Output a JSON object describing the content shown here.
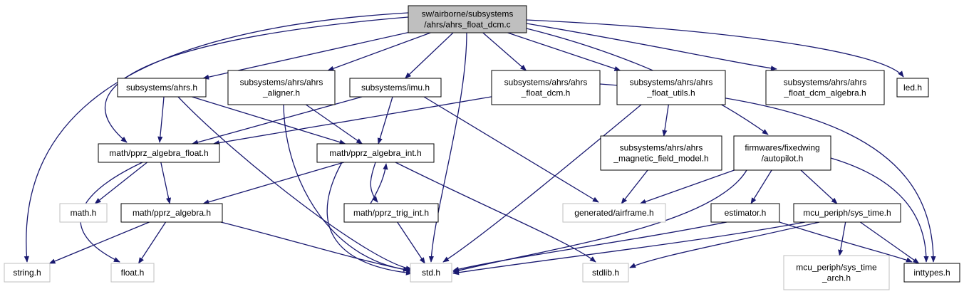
{
  "colors": {
    "edge": "#191970",
    "node_border": "#000000",
    "missing_border": "#bfbfbf",
    "missing_text": "#999999",
    "root_fill": "#bfbfbf"
  },
  "nodes": [
    {
      "id": "root",
      "lines": [
        "sw/airborne/subsystems",
        "/ahrs/ahrs_float_dcm.c"
      ],
      "kind": "root"
    },
    {
      "id": "ahrs_h",
      "lines": [
        "subsystems/ahrs.h"
      ],
      "kind": "normal"
    },
    {
      "id": "aligner",
      "lines": [
        "subsystems/ahrs/ahrs",
        "_aligner.h"
      ],
      "kind": "normal"
    },
    {
      "id": "imu",
      "lines": [
        "subsystems/imu.h"
      ],
      "kind": "normal"
    },
    {
      "id": "dcm_h",
      "lines": [
        "subsystems/ahrs/ahrs",
        "_float_dcm.h"
      ],
      "kind": "normal"
    },
    {
      "id": "utils",
      "lines": [
        "subsystems/ahrs/ahrs",
        "_float_utils.h"
      ],
      "kind": "normal"
    },
    {
      "id": "dcm_alg",
      "lines": [
        "subsystems/ahrs/ahrs",
        "_float_dcm_algebra.h"
      ],
      "kind": "normal"
    },
    {
      "id": "led",
      "lines": [
        "led.h"
      ],
      "kind": "normal"
    },
    {
      "id": "alg_float",
      "lines": [
        "math/pprz_algebra_float.h"
      ],
      "kind": "normal"
    },
    {
      "id": "alg_int",
      "lines": [
        "math/pprz_algebra_int.h"
      ],
      "kind": "normal"
    },
    {
      "id": "mag",
      "lines": [
        "subsystems/ahrs/ahrs",
        "_magnetic_field_model.h"
      ],
      "kind": "normal"
    },
    {
      "id": "autopilot",
      "lines": [
        "firmwares/fixedwing",
        "/autopilot.h"
      ],
      "kind": "normal"
    },
    {
      "id": "math_h",
      "lines": [
        "math.h"
      ],
      "kind": "missing"
    },
    {
      "id": "alg",
      "lines": [
        "math/pprz_algebra.h"
      ],
      "kind": "normal"
    },
    {
      "id": "trig",
      "lines": [
        "math/pprz_trig_int.h"
      ],
      "kind": "normal"
    },
    {
      "id": "airframe",
      "lines": [
        "generated/airframe.h"
      ],
      "kind": "missing"
    },
    {
      "id": "estimator",
      "lines": [
        "estimator.h"
      ],
      "kind": "normal"
    },
    {
      "id": "systime",
      "lines": [
        "mcu_periph/sys_time.h"
      ],
      "kind": "normal"
    },
    {
      "id": "string",
      "lines": [
        "string.h"
      ],
      "kind": "missing"
    },
    {
      "id": "float",
      "lines": [
        "float.h"
      ],
      "kind": "missing"
    },
    {
      "id": "std",
      "lines": [
        "std.h"
      ],
      "kind": "missing"
    },
    {
      "id": "stdlib",
      "lines": [
        "stdlib.h"
      ],
      "kind": "missing"
    },
    {
      "id": "systime_arch",
      "lines": [
        "mcu_periph/sys_time",
        "_arch.h"
      ],
      "kind": "missing"
    },
    {
      "id": "inttypes",
      "lines": [
        "inttypes.h"
      ],
      "kind": "normal"
    }
  ],
  "edges": [
    [
      "root",
      "ahrs_h"
    ],
    [
      "root",
      "aligner"
    ],
    [
      "root",
      "imu"
    ],
    [
      "root",
      "dcm_h"
    ],
    [
      "root",
      "utils"
    ],
    [
      "root",
      "dcm_alg"
    ],
    [
      "root",
      "led"
    ],
    [
      "root",
      "alg_float"
    ],
    [
      "root",
      "string"
    ],
    [
      "root",
      "std"
    ],
    [
      "root",
      "autopilot"
    ],
    [
      "ahrs_h",
      "alg_float"
    ],
    [
      "ahrs_h",
      "alg_int"
    ],
    [
      "ahrs_h",
      "std"
    ],
    [
      "aligner",
      "alg_int"
    ],
    [
      "aligner",
      "std"
    ],
    [
      "imu",
      "alg_float"
    ],
    [
      "imu",
      "alg_int"
    ],
    [
      "imu",
      "airframe"
    ],
    [
      "dcm_h",
      "alg_float"
    ],
    [
      "dcm_h",
      "inttypes"
    ],
    [
      "utils",
      "mag"
    ],
    [
      "utils",
      "std"
    ],
    [
      "alg_float",
      "math_h"
    ],
    [
      "alg_float",
      "alg"
    ],
    [
      "alg_float",
      "float"
    ],
    [
      "alg_int",
      "alg"
    ],
    [
      "alg_int",
      "trig"
    ],
    [
      "alg_int",
      "std"
    ],
    [
      "alg_int",
      "stdlib"
    ],
    [
      "trig",
      "alg_int"
    ],
    [
      "trig",
      "std"
    ],
    [
      "alg",
      "string"
    ],
    [
      "alg",
      "float"
    ],
    [
      "alg",
      "std"
    ],
    [
      "mag",
      "airframe"
    ],
    [
      "autopilot",
      "airframe"
    ],
    [
      "autopilot",
      "estimator"
    ],
    [
      "autopilot",
      "systime"
    ],
    [
      "autopilot",
      "std"
    ],
    [
      "autopilot",
      "inttypes"
    ],
    [
      "estimator",
      "std"
    ],
    [
      "estimator",
      "inttypes"
    ],
    [
      "systime",
      "std"
    ],
    [
      "systime",
      "stdlib"
    ],
    [
      "systime",
      "systime_arch"
    ],
    [
      "systime",
      "inttypes"
    ]
  ]
}
